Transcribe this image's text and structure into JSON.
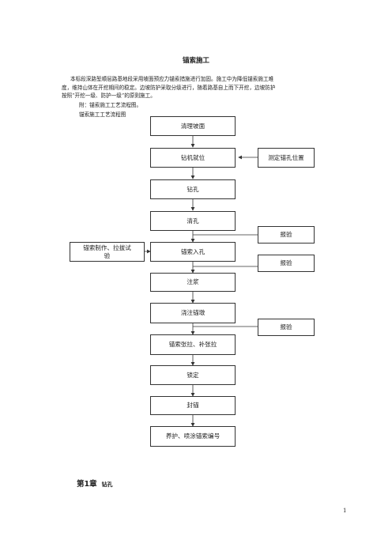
{
  "document": {
    "title": "锚索施工",
    "paragraph_lines": [
      "本标段深路堑顺层路基地段采用坡面预应力锚索措施进行加固。施工中为降低锚索施工难",
      "度，维持山体在开挖期间的稳定。边坡防护采取分级进行，随着路基自上而下开挖，边坡防护",
      "按照“开挖一级、防护一级”的原则施工。"
    ],
    "attachment_note": "附：锚索施工工艺流程图。",
    "flowchart_caption": "锚索施工工艺流程图",
    "chapter_heading": "第1章",
    "chapter_subtitle": "钻孔",
    "page_number": "1"
  },
  "flowchart": {
    "main_steps": [
      "清理坡面",
      "钻机就位",
      "钻孔",
      "清孔",
      "锚索入孔",
      "注浆",
      "浇注锚墩",
      "锚索张拉、补张拉",
      "锁定",
      "封锚",
      "养护、喷涂锚索编号"
    ],
    "side_right_top": "测定锚孔位置",
    "side_left": [
      "锚索制作、拉拔试",
      "验"
    ],
    "inspection_label": "报验"
  }
}
